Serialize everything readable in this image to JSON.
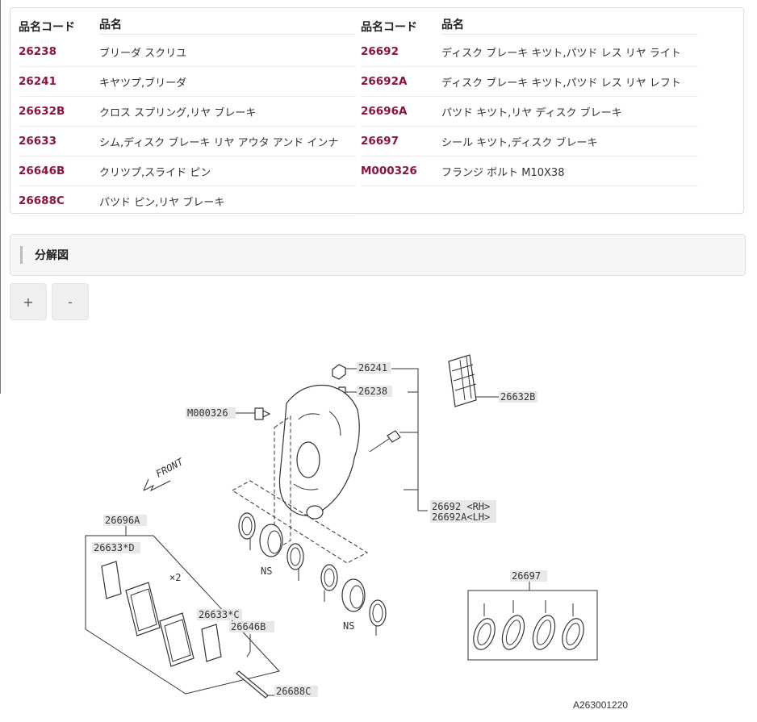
{
  "parts_table": {
    "columns": [
      {
        "header_code": "品名コード",
        "header_name": "品名",
        "rows": [
          {
            "code": "26238",
            "name": "ブリーダ スクリユ"
          },
          {
            "code": "26241",
            "name": "キヤツプ,ブリーダ"
          },
          {
            "code": "26632B",
            "name": "クロス スプリング,リヤ ブレーキ"
          },
          {
            "code": "26633",
            "name": "シム,ディスク ブレーキ リヤ アウタ アンド インナ"
          },
          {
            "code": "26646B",
            "name": "クリツプ,スライド ピン"
          },
          {
            "code": "26688C",
            "name": "パツド ピン,リヤ ブレーキ"
          }
        ]
      },
      {
        "header_code": "品名コード",
        "header_name": "品名",
        "rows": [
          {
            "code": "26692",
            "name": "ディスク ブレーキ キツト,パツド レス リヤ ライト"
          },
          {
            "code": "26692A",
            "name": "ディスク ブレーキ キツト,パツド レス リヤ レフト"
          },
          {
            "code": "26696A",
            "name": "パツド キツト,リヤ ディスク ブレーキ"
          },
          {
            "code": "26697",
            "name": "シール キツト,ディスク ブレーキ"
          },
          {
            "code": "M000326",
            "name": "フランジ ボルト M10X38"
          }
        ]
      }
    ]
  },
  "section": {
    "title": "分解図"
  },
  "zoom": {
    "plus": "+",
    "minus": "-"
  },
  "diagram": {
    "labels": {
      "p26241": "26241",
      "p26238": "26238",
      "p26632B": "26632B",
      "pM000326": "M000326",
      "front": "FRONT",
      "p26692": "26692 <RH>",
      "p26692A": "26692A<LH>",
      "p26696A": "26696A",
      "p26633D": "26633*D",
      "x2": "×2",
      "p26633C": "26633*C",
      "p26646B": "26646B",
      "p26688C": "26688C",
      "p26697": "26697",
      "ns1": "NS",
      "ns2": "NS",
      "ref": "A263001220"
    }
  }
}
